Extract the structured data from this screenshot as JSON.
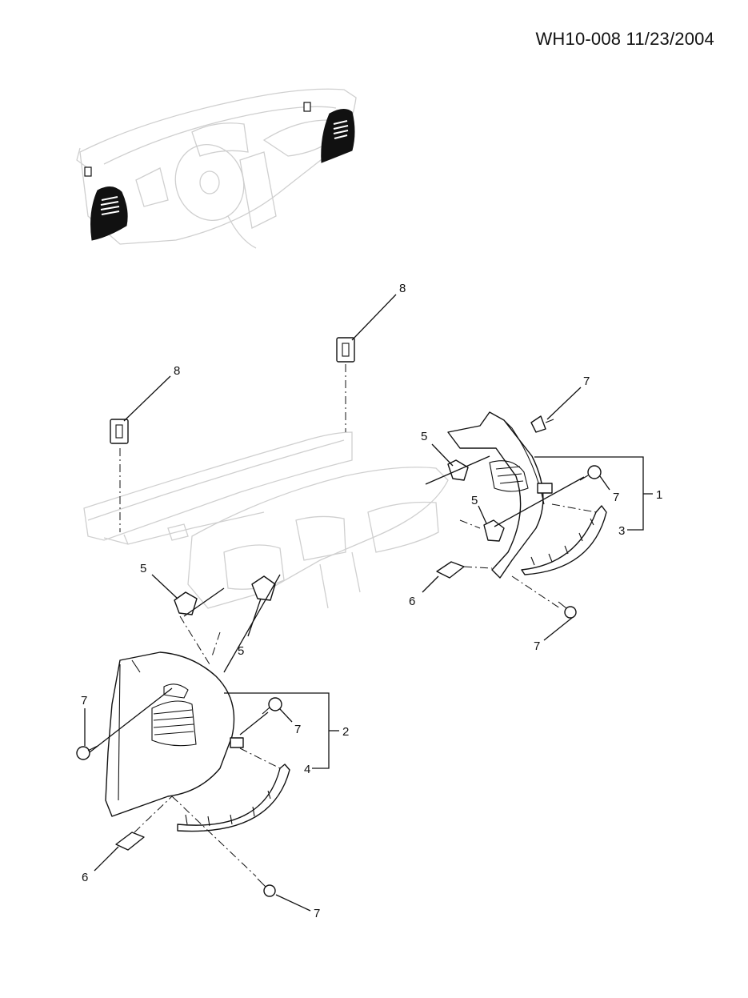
{
  "header": {
    "title": "WH10-008 11/23/2004"
  },
  "callouts": {
    "c1": "1",
    "c2": "2",
    "c3": "3",
    "c4": "4",
    "c5a": "5",
    "c5b": "5",
    "c5c": "5",
    "c5d": "5",
    "c6a": "6",
    "c6b": "6",
    "c7a": "7",
    "c7b": "7",
    "c7c": "7",
    "c7d": "7",
    "c7e": "7",
    "c7f": "7",
    "c8a": "8",
    "c8b": "8"
  }
}
